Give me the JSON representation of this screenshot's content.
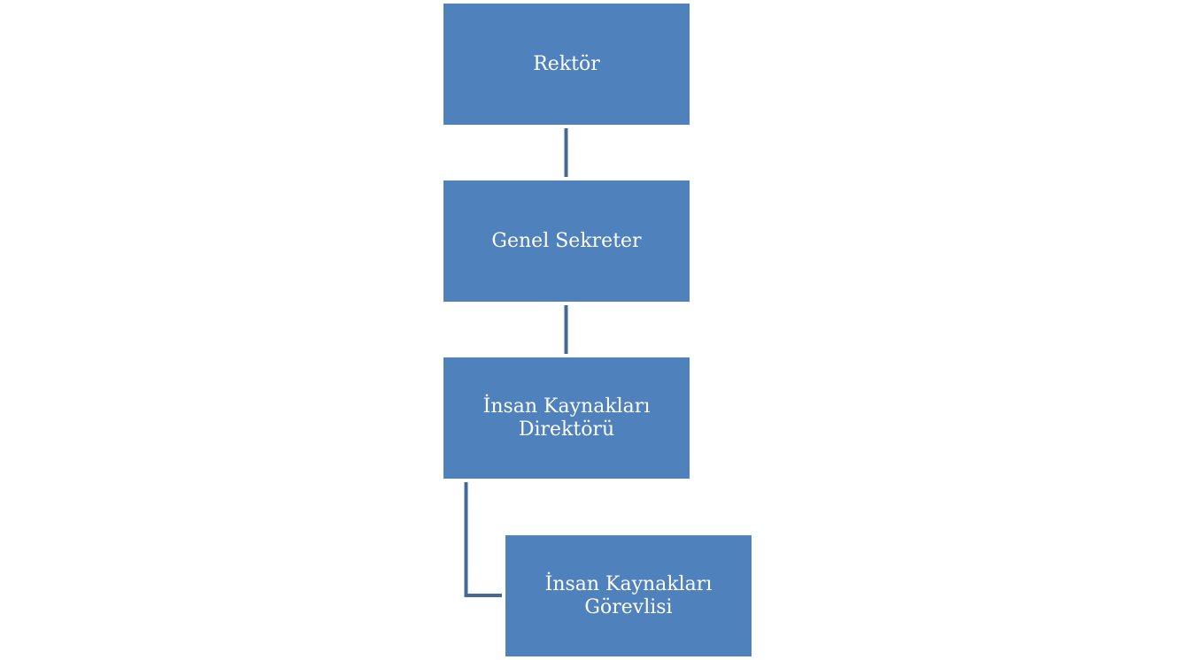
{
  "colors": {
    "node_fill": "#4f81bd",
    "connector": "#41699c",
    "text": "#ffffff",
    "background": "#ffffff"
  },
  "org_chart": {
    "nodes": [
      {
        "id": "rektor",
        "label": "Rektör"
      },
      {
        "id": "genel_sekreter",
        "label": "Genel Sekreter"
      },
      {
        "id": "ik_direktoru",
        "label": "İnsan Kaynakları Direktörü"
      },
      {
        "id": "ik_gorevlisi",
        "label": "İnsan Kaynakları Görevlisi"
      }
    ],
    "edges": [
      {
        "from": "rektor",
        "to": "genel_sekreter"
      },
      {
        "from": "genel_sekreter",
        "to": "ik_direktoru"
      },
      {
        "from": "ik_direktoru",
        "to": "ik_gorevlisi"
      }
    ]
  }
}
